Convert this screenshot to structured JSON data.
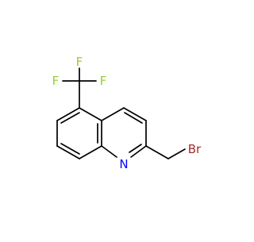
{
  "molecule": {
    "atoms": {
      "F_top": "F",
      "F_left": "F",
      "F_right": "F",
      "N": "N",
      "Br": "Br"
    },
    "colors": {
      "fluorine": "#9acd32",
      "nitrogen": "#0000ff",
      "bromine": "#a52a2a",
      "bond": "#000000"
    }
  }
}
